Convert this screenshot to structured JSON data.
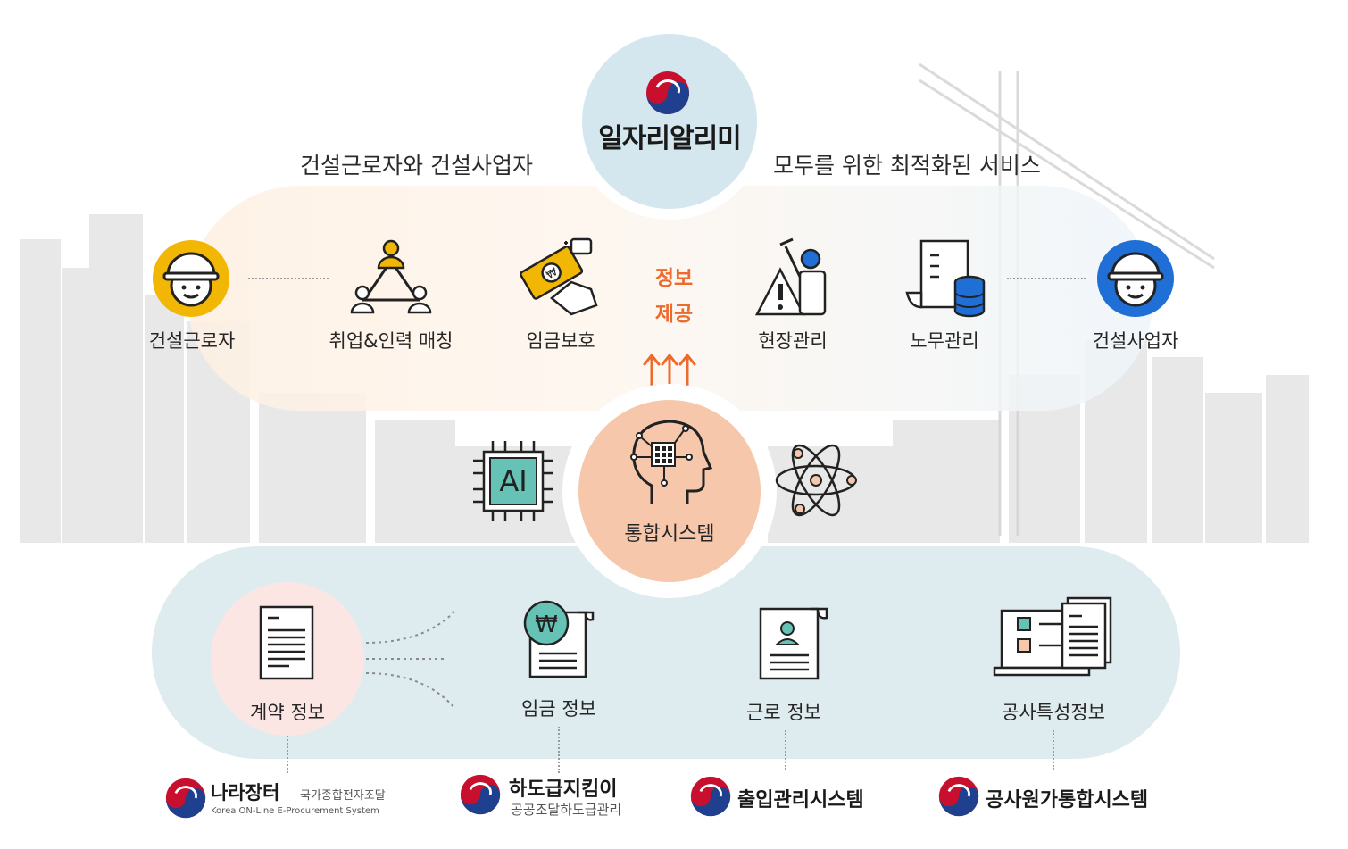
{
  "service_name": "일자리알리미",
  "headline_left": "건설근로자와 건설사업자",
  "headline_right": "모두를 위한 최적화된 서비스",
  "info_provide": [
    "정보",
    "제공"
  ],
  "top_items": [
    {
      "label": "건설근로자",
      "icon": "worker-helmet-yellow-icon"
    },
    {
      "label": "취업&인력 매칭",
      "icon": "matching-triangle-icon"
    },
    {
      "label": "임금보호",
      "icon": "wage-hand-icon"
    },
    {
      "label": "현장관리",
      "icon": "site-manager-icon"
    },
    {
      "label": "노무관리",
      "icon": "labor-database-icon"
    },
    {
      "label": "건설사업자",
      "icon": "worker-helmet-blue-icon"
    }
  ],
  "core": {
    "label": "통합시스템",
    "icon": "ai-head-icon"
  },
  "side_icons": [
    "ai-chip-icon",
    "atom-icon"
  ],
  "chip_text": "AI",
  "bottom_items": [
    {
      "label": "계약 정보",
      "icon": "contract-document-icon"
    },
    {
      "label": "임금 정보",
      "icon": "won-document-icon"
    },
    {
      "label": "근로 정보",
      "icon": "profile-document-icon"
    },
    {
      "label": "공사특성정보",
      "icon": "checklist-laptop-icon"
    }
  ],
  "sources": [
    {
      "name": "나라장터",
      "sub1": "국가종합전자조달",
      "sub2": "Korea ON-Line E-Procurement System"
    },
    {
      "name": "하도급지킴이",
      "sub1": "공공조달하도급관리"
    },
    {
      "name": "출입관리시스템"
    },
    {
      "name": "공사원가통합시스템"
    }
  ],
  "colors": {
    "accent_orange": "#ee6a2c",
    "yellow": "#f2b705",
    "blue": "#1f6fd6",
    "teal": "#66c2b5"
  }
}
